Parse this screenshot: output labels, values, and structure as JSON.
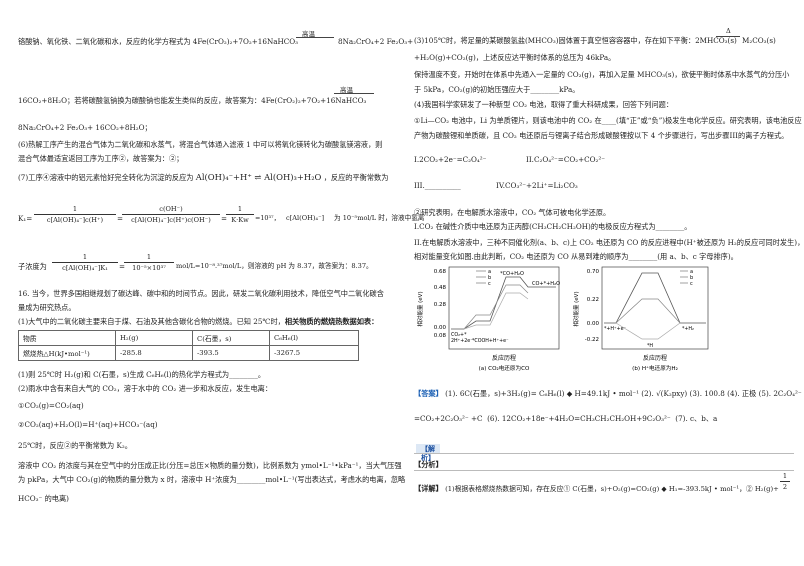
{
  "left": {
    "p1": "铬酸钠、氧化铁、二氧化碳和水，反应的化学方程式为 4Fe(CrO₂)₂+7O₂+16NaHCO₃",
    "p1_tail": "8Na₂CrO₄+2 Fe₂O₃+",
    "cond_high_temp": "高温",
    "p2": "16CO₂+8H₂O；若将碳酸氢钠换为碳酸钠也能发生类似的反应，故答案为：4Fe(CrO₂)₂+7O₂+16NaHCO₃",
    "p3": "8Na₂CrO₄+2 Fe₂O₃+ 16CO₂+8H₂O；",
    "p4": "(6)热解工序产生的混合气体为二氧化碳和水蒸气，将混合气体通入滤液 1 中可以将氧化镁转化为碳酸氢镁溶液，则",
    "p5": "混合气体最适宜返回工序为工序②，故答案为：②；",
    "p6a": "(7)工序④溶液中的铝元素恰好完全转化为沉淀的反应为",
    "p6b": "Al(OH)₄⁻+H⁺ ⇌ Al(OH)₃+H₂O",
    "p6c": "，反应的平衡常数为",
    "k1_label": "K₁=",
    "frac1_num": "1",
    "frac1_den": "c[Al(OH)₄⁻]c(H⁺)",
    "frac2_num": "c(OH⁻)",
    "frac2_den": "c[Al(OH)₄⁻]c(H⁺)c(OH⁻)",
    "frac3_num": "1",
    "frac3_den": "K·Kw",
    "k1_tail1": "=10³⁷，",
    "k1_tail2": "为 10⁻⁵mol/L 时，溶液中氢离",
    "k1_cal": "c[Al(OH)₄⁻]",
    "p7a": "子浓度为",
    "frac4_num": "1",
    "frac4_den": "c[Al(OH)₄⁻]K₁",
    "frac5_num": "1",
    "frac5_den": "10⁻⁵×10³⁷",
    "p7b": "mol/L=10⁻⁸.³⁷mol/L，则溶液的 pH 为 8.37，故答案为：8.37。",
    "q16_a": "16.  当今，世界多国相继规划了碳达峰、碳中和的时间节点。因此，研发二氧化碳利用技术，降低空气中二氧化碳含",
    "q16_b": "量成为研究热点。",
    "q16_c1": "(1)大气中的二氧化碳主要来自于煤、石油及其他含碳化合物的燃烧。已知 25℃时，",
    "q16_c2": "相关物质的燃烧热数据如表：",
    "table": {
      "headers": [
        "物质",
        "H₂(g)",
        "C(石墨，s)",
        "C₆H₆(l)"
      ],
      "row_label": "燃烧热△H(kJ•mol⁻¹)",
      "row_values": [
        "-285.8",
        "-393.5",
        "-3267.5"
      ]
    },
    "q16_d": "(1)则 25℃时 H₂(g)和 C(石墨，s)生成 C₆H₆(l)的热化学方程式为________。",
    "q16_e": "(2)雨水中含有来自大气的 CO₂，溶于水中的 CO₂ 进一步和水反应，发生电离：",
    "q16_f": "①CO₂(g)=CO₂(aq)",
    "q16_g": "②CO₂(aq)+H₂O(l)=H⁺(aq)+HCO₃⁻(aq)",
    "q16_h": "25℃时，反应②的平衡常数为 K₂。",
    "q16_i": "溶液中 CO₂ 的浓度与其在空气中的分压成正比(分压=总压×物质的量分数)，比例系数为 ymol•L⁻¹•kPa⁻¹，当大气压强",
    "q16_j": "为 pkPa，大气中 CO₂(g)的物质的量分数为 x 时，溶液中 H⁺浓度为________mol•L⁻¹(写出表达式，考虑水的电离，忽略",
    "q16_k": "HCO₃⁻ 的电离)"
  },
  "right": {
    "r1": "(3)105℃时，将足量的某碳酸氢盐(MHCO₃)固体置于真空恒容容器中，存在如下平衡：2MHCO₃(s)",
    "r1_tail": "M₂CO₃(s)",
    "cond_delta": "Δ",
    "r2": "+H₂O(g)+CO₂(g)，上述反应达平衡时体系的总压为 46kPa。",
    "r3": "保持温度不变，开始时在体系中先通入一定量的 CO₂(g)，再加入足量 MHCO₃(s)，欲使平衡时体系中水蒸气的分压小",
    "r4": "于 5kPa，CO₂(g)的初始压强应大于________kPa。",
    "r5": "(4)我国科学家研发了一种新型 CO₂ 电池，取得了重大科研成果，回答下列问题：",
    "r6": "①Li—CO₂ 电池中，Li 为单质锂片，则该电池中的 CO₂ 在____(填“正”或“负”)极发生电化学反应。研究表明，该电池反应",
    "r7": "产物为碳酸锂和单质碳，且 CO₂ 电还原后与锂离子结合形成碳酸锂按以下 4 个步骤进行，写出步骤III的离子方程式。",
    "step1": "I.2CO₂+2e⁻=C₂O₄²⁻",
    "step2": "II.C₂O₄²⁻=CO₂+CO₂²⁻",
    "step3": "III.__________",
    "step4": "IV.CO₃²⁻+2Li⁺=Li₂CO₃",
    "r8": "②研究表明，在电解质水溶液中，CO₂ 气体可被电化学还原。",
    "r9": "I.CO₂ 在碱性介质中电还原为正丙醇(CH₃CH₂CH₂OH)的电极反应方程式为________。",
    "r10": "II.在电解质水溶液中，三种不同催化剂(a、b、c)上 CO₂ 电还原为 CO 的反应进程中(H⁺被还原为 H₂的反应可同时发生)，",
    "r11": "相对能量变化如图.由此判断，CO₂ 电还原为 CO 从易到难的顺序为________(用 a、b、c 字母排序)。",
    "chart_a": {
      "ylabel": "相对能量 (eV)",
      "xlabel": "反应历程",
      "caption": "(a) CO₂电还原为CO",
      "yticks": [
        "0.68",
        "0.48",
        "0.28",
        "0.00",
        "0.08"
      ],
      "legend": [
        "a",
        "b",
        "c"
      ],
      "labels": [
        "*CO+H₂O",
        "CO+*+H₂O",
        "CO₂+*",
        "2H⁺+2e⁻",
        "*COOH+H⁺+e⁻"
      ]
    },
    "chart_b": {
      "ylabel": "相对能量 (eV)",
      "xlabel": "反应历程",
      "caption": "(b) H⁺电还原为H₂",
      "yticks": [
        "0.70",
        "0.22",
        "0.00",
        "-0.22"
      ],
      "legend": [
        "a",
        "b",
        "c"
      ],
      "labels": [
        "*+H⁺+e⁻",
        "*+H₂",
        "*H"
      ]
    },
    "answer_tag": "【答案】",
    "ans1": "(1). 6C(石墨，s)+3H₂(g)= C₆H₆(l) ◆ H=49.1kJ • mol⁻¹",
    "ans2": "(2).",
    "ans2_expr": "√(K₂pxy)",
    "ans3": "(3). 100.8",
    "ans4": "(4). 正极",
    "ans5": "(5). 2C₂O₄²⁻",
    "ans5b": "=CO₂+2C₂O₃²⁻ +C",
    "ans6": "(6). 12CO₂+18e⁻+4H₂O=CH₃CH₂CH₂OH+9C₂O₃²⁻",
    "ans7": "(7). c、b、a",
    "analysis_tag": "【解析】",
    "fenxi_tag": "【分析】",
    "detail_tag": "【详解】",
    "detail": "(1)根据表格燃烧热数据可知，存在反应① C(石墨，s)+O₂(g)=CO₂(g) ◆ H₁=-393.5kJ • mol⁻¹，② H₂(g)+",
    "detail_half_num": "1",
    "detail_half_den": "2"
  }
}
